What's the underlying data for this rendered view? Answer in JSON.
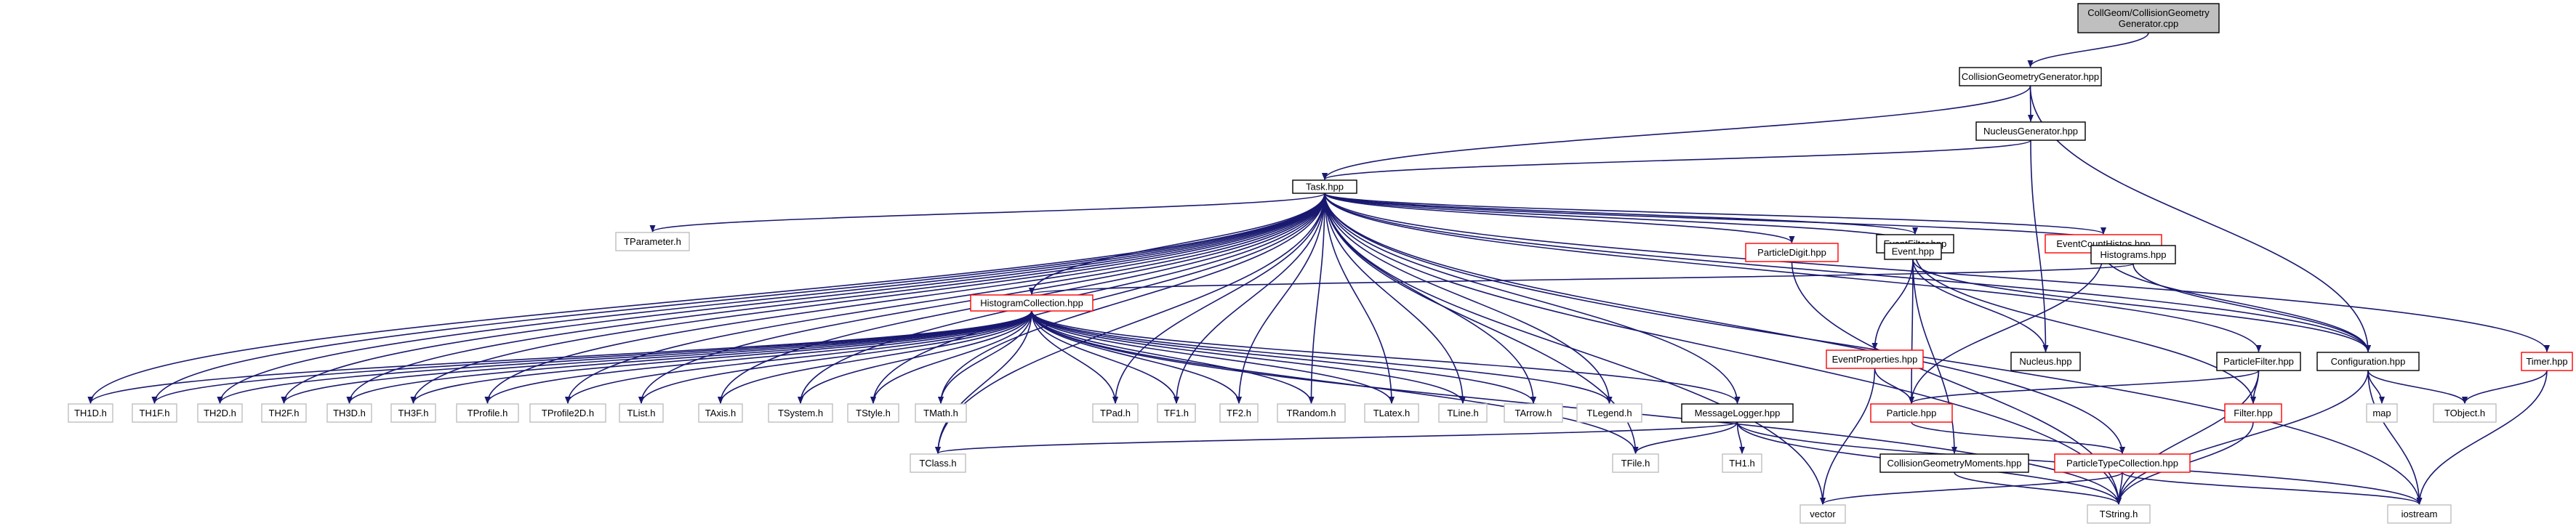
{
  "colors": {
    "edge": "#191970",
    "root_fill": "#bfbfbf",
    "root_border": "#000000",
    "internal_border": "#000000",
    "external_border": "#bfbfbf",
    "undocumented_border": "#ff0000"
  },
  "nodes": [
    {
      "id": "root",
      "label": "CollGeom/CollisionGeometry\nGenerator.cpp",
      "kind": "root"
    },
    {
      "id": "cgg",
      "label": "CollisionGeometryGenerator.hpp",
      "kind": "internal"
    },
    {
      "id": "ng",
      "label": "NucleusGenerator.hpp",
      "kind": "internal"
    },
    {
      "id": "task",
      "label": "Task.hpp",
      "kind": "internal"
    },
    {
      "id": "tparam",
      "label": "TParameter.h",
      "kind": "external"
    },
    {
      "id": "pdigit",
      "label": "ParticleDigit.hpp",
      "kind": "undocumented"
    },
    {
      "id": "efilter",
      "label": "EventFilter.hpp",
      "kind": "internal"
    },
    {
      "id": "ecount",
      "label": "EventCountHistos.hpp",
      "kind": "undocumented"
    },
    {
      "id": "event",
      "label": "Event.hpp",
      "kind": "internal"
    },
    {
      "id": "histos",
      "label": "Histograms.hpp",
      "kind": "internal"
    },
    {
      "id": "hcoll",
      "label": "HistogramCollection.hpp",
      "kind": "undocumented"
    },
    {
      "id": "eprops",
      "label": "EventProperties.hpp",
      "kind": "undocumented"
    },
    {
      "id": "nucleus",
      "label": "Nucleus.hpp",
      "kind": "internal"
    },
    {
      "id": "pfilter",
      "label": "ParticleFilter.hpp",
      "kind": "internal"
    },
    {
      "id": "config",
      "label": "Configuration.hpp",
      "kind": "internal"
    },
    {
      "id": "timer",
      "label": "Timer.hpp",
      "kind": "undocumented"
    },
    {
      "id": "th1d",
      "label": "TH1D.h",
      "kind": "external"
    },
    {
      "id": "th1f",
      "label": "TH1F.h",
      "kind": "external"
    },
    {
      "id": "th2d",
      "label": "TH2D.h",
      "kind": "external"
    },
    {
      "id": "th2f",
      "label": "TH2F.h",
      "kind": "external"
    },
    {
      "id": "th3d",
      "label": "TH3D.h",
      "kind": "external"
    },
    {
      "id": "th3f",
      "label": "TH3F.h",
      "kind": "external"
    },
    {
      "id": "tprof",
      "label": "TProfile.h",
      "kind": "external"
    },
    {
      "id": "tprof2d",
      "label": "TProfile2D.h",
      "kind": "external"
    },
    {
      "id": "tlist",
      "label": "TList.h",
      "kind": "external"
    },
    {
      "id": "taxis",
      "label": "TAxis.h",
      "kind": "external"
    },
    {
      "id": "tsystem",
      "label": "TSystem.h",
      "kind": "external"
    },
    {
      "id": "tstyle",
      "label": "TStyle.h",
      "kind": "external"
    },
    {
      "id": "tmath",
      "label": "TMath.h",
      "kind": "external"
    },
    {
      "id": "tpad",
      "label": "TPad.h",
      "kind": "external"
    },
    {
      "id": "tf1",
      "label": "TF1.h",
      "kind": "external"
    },
    {
      "id": "tf2",
      "label": "TF2.h",
      "kind": "external"
    },
    {
      "id": "trandom",
      "label": "TRandom.h",
      "kind": "external"
    },
    {
      "id": "tlatex",
      "label": "TLatex.h",
      "kind": "external"
    },
    {
      "id": "tline",
      "label": "TLine.h",
      "kind": "external"
    },
    {
      "id": "tarrow",
      "label": "TArrow.h",
      "kind": "external"
    },
    {
      "id": "tlegend",
      "label": "TLegend.h",
      "kind": "external"
    },
    {
      "id": "mlogger",
      "label": "MessageLogger.hpp",
      "kind": "internal"
    },
    {
      "id": "particle",
      "label": "Particle.hpp",
      "kind": "undocumented"
    },
    {
      "id": "filter",
      "label": "Filter.hpp",
      "kind": "undocumented"
    },
    {
      "id": "map",
      "label": "map",
      "kind": "external"
    },
    {
      "id": "tobject",
      "label": "TObject.h",
      "kind": "external"
    },
    {
      "id": "tclass",
      "label": "TClass.h",
      "kind": "external"
    },
    {
      "id": "tfile",
      "label": "TFile.h",
      "kind": "external"
    },
    {
      "id": "th1",
      "label": "TH1.h",
      "kind": "external"
    },
    {
      "id": "cgmom",
      "label": "CollisionGeometryMoments.hpp",
      "kind": "internal"
    },
    {
      "id": "ptcoll",
      "label": "ParticleTypeCollection.hpp",
      "kind": "undocumented"
    },
    {
      "id": "vector",
      "label": "vector",
      "kind": "external"
    },
    {
      "id": "tstring",
      "label": "TString.h",
      "kind": "external"
    },
    {
      "id": "iostream",
      "label": "iostream",
      "kind": "external"
    }
  ]
}
